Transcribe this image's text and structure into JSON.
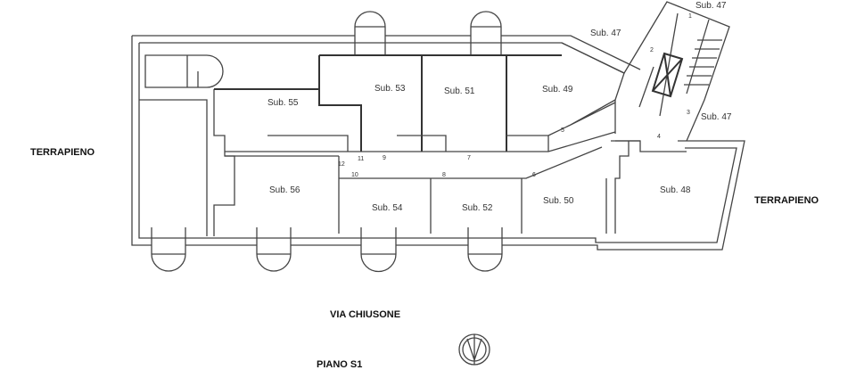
{
  "rooms": {
    "sub55": "Sub. 55",
    "sub53": "Sub. 53",
    "sub51": "Sub. 51",
    "sub49": "Sub. 49",
    "sub47_top": "Sub. 47",
    "sub47_right": "Sub. 47",
    "sub47_cut": "Sub. 47",
    "sub56": "Sub. 56",
    "sub54": "Sub. 54",
    "sub52": "Sub. 52",
    "sub50": "Sub. 50",
    "sub48": "Sub. 48"
  },
  "markers": [
    "1",
    "2",
    "3",
    "4",
    "5",
    "6",
    "7",
    "8",
    "9",
    "10",
    "11",
    "12"
  ],
  "labels": {
    "terrapieno_left": "TERRAPIENO",
    "terrapieno_right": "TERRAPIENO",
    "street": "VIA CHIUSONE",
    "floor": "PIANO S1"
  },
  "compass_icon": "north-arrow-icon"
}
